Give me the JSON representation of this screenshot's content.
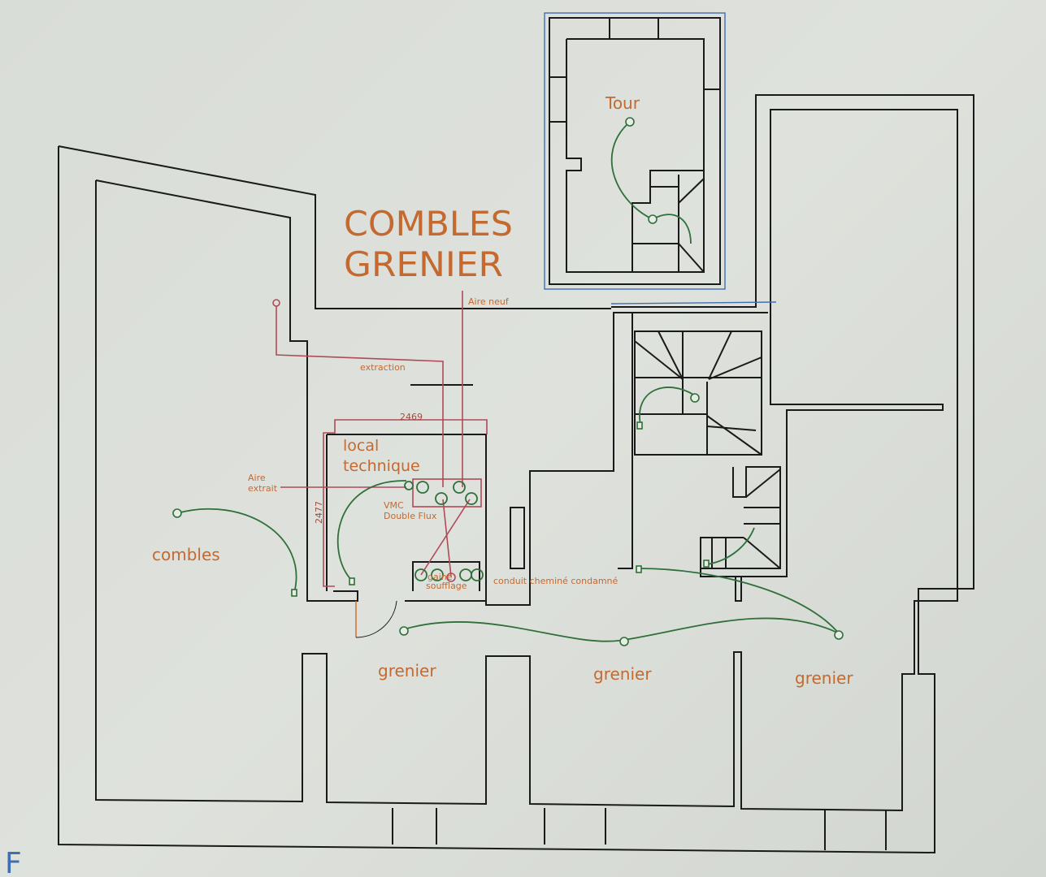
{
  "title": {
    "line1": "COMBLES",
    "line2": "GRENIER"
  },
  "rooms": {
    "tour": "Tour",
    "combles": "combles",
    "grenier_1": "grenier",
    "grenier_2": "grenier",
    "grenier_3": "grenier",
    "local_line1": "local",
    "local_line2": "technique"
  },
  "annotations": {
    "aire_neuf": "Aire neuf",
    "extraction": "extraction",
    "dim_width": "2469",
    "dim_height": "2477",
    "aire_extrait_1": "Aire",
    "aire_extrait_2": "extrait",
    "vmc_1": "VMC",
    "vmc_2": "Double Flux",
    "gaine_1": "gaine",
    "gaine_2": "soufflage",
    "conduit": "conduit cheminé condamné",
    "corner_mark": "F"
  },
  "colors": {
    "wall": "#1a1a1a",
    "duct": "#b04a58",
    "electric": "#2f6f3a",
    "label": "#c4692f",
    "outline": "#3f6fb0"
  }
}
